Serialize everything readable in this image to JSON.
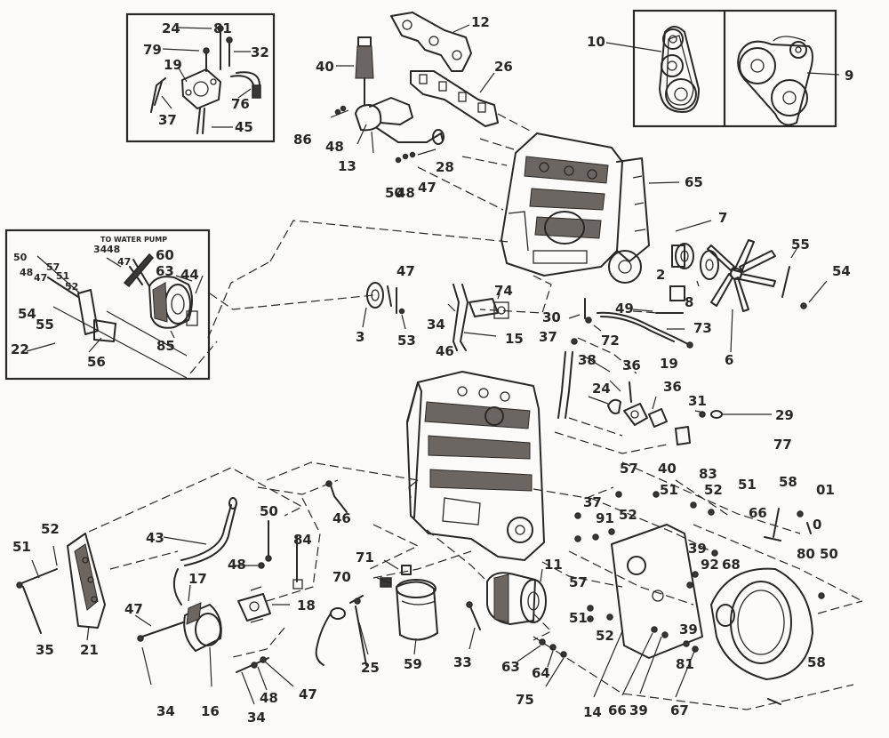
{
  "diagram": {
    "inset_top_left": {
      "callouts": [
        "24",
        "81",
        "79",
        "32",
        "19",
        "37",
        "76",
        "45"
      ]
    },
    "inset_top_right": {
      "callouts": [
        "10",
        "9"
      ]
    },
    "inset_left": {
      "note": "TO WATER PUMP",
      "callouts": [
        "50",
        "34",
        "48",
        "47",
        "60",
        "63",
        "44",
        "48",
        "57",
        "47",
        "51",
        "52",
        "54",
        "55",
        "22",
        "56",
        "85"
      ]
    },
    "callouts": {
      "c12": "12",
      "c26": "26",
      "c40": "40",
      "c86": "86",
      "c48a": "48",
      "c13": "13",
      "c50a": "50",
      "c48b": "48",
      "c47a": "47",
      "c28": "28",
      "c65": "65",
      "c7": "7",
      "c55a": "55",
      "c54a": "54",
      "c2": "2",
      "c8": "8",
      "c6": "6",
      "c49": "49",
      "c30": "30",
      "c72": "72",
      "c73": "73",
      "c3": "3",
      "c47b": "47",
      "c53": "53",
      "c74": "74",
      "c34a": "34",
      "c15": "15",
      "c46a": "46",
      "c37": "37",
      "c38": "38",
      "c36a": "36",
      "c19": "19",
      "c36b": "36",
      "c24": "24",
      "c31": "31",
      "c29": "29",
      "c77": "77",
      "c40b": "40",
      "c83": "83",
      "c57a": "57",
      "c51a": "51",
      "c52a": "52",
      "c51b": "51",
      "c58a": "58",
      "c01": "01",
      "c0": "0",
      "c80": "80",
      "c50b": "50",
      "c66a": "66",
      "c37b": "37",
      "c91": "91",
      "c52b": "52",
      "c46b": "46",
      "c43": "43",
      "c50c": "50",
      "c84": "84",
      "c48c": "48",
      "c18": "18",
      "c71": "71",
      "c70": "70",
      "c11": "11",
      "c39a": "39",
      "c92": "92",
      "c68": "68",
      "c51c": "51",
      "c52c": "52",
      "c35": "35",
      "c21": "21",
      "c47c": "47",
      "c17": "17",
      "c16": "16",
      "c34b": "34",
      "c48d": "48",
      "c47d": "47",
      "c34c": "34",
      "c25": "25",
      "c59": "59",
      "c33": "33",
      "c57b": "57",
      "c51d": "51",
      "c52d": "52",
      "c39b": "39",
      "c63": "63",
      "c64": "64",
      "c75": "75",
      "c14": "14",
      "c66b": "66",
      "c39c": "39",
      "c81": "81",
      "c67": "67",
      "c58b": "58"
    }
  }
}
